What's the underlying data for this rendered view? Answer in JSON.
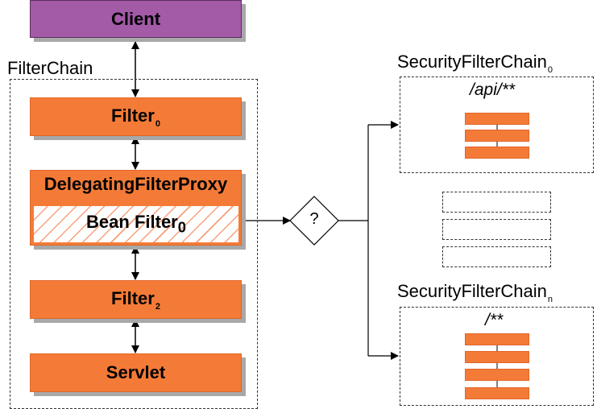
{
  "client": {
    "label": "Client"
  },
  "filter_chain": {
    "label": "FilterChain",
    "filter0": {
      "label": "Filter",
      "sub": "0"
    },
    "delegating_proxy": {
      "label": "DelegatingFilterProxy",
      "bean_filter": {
        "label": "Bean Filter",
        "sub": "0"
      }
    },
    "filter2": {
      "label": "Filter",
      "sub": "2"
    },
    "servlet": {
      "label": "Servlet"
    }
  },
  "decision": {
    "label": "?"
  },
  "security_chain_0": {
    "label": "SecurityFilterChain",
    "sub": "0",
    "pattern": "/api/**",
    "filter_count": 3
  },
  "security_chain_n": {
    "label": "SecurityFilterChain",
    "sub": "n",
    "pattern": "/**",
    "filter_count": 4
  },
  "colors": {
    "client": "#a35aa7",
    "filter": "#f47b37",
    "shadow": "#a8a8a8"
  }
}
